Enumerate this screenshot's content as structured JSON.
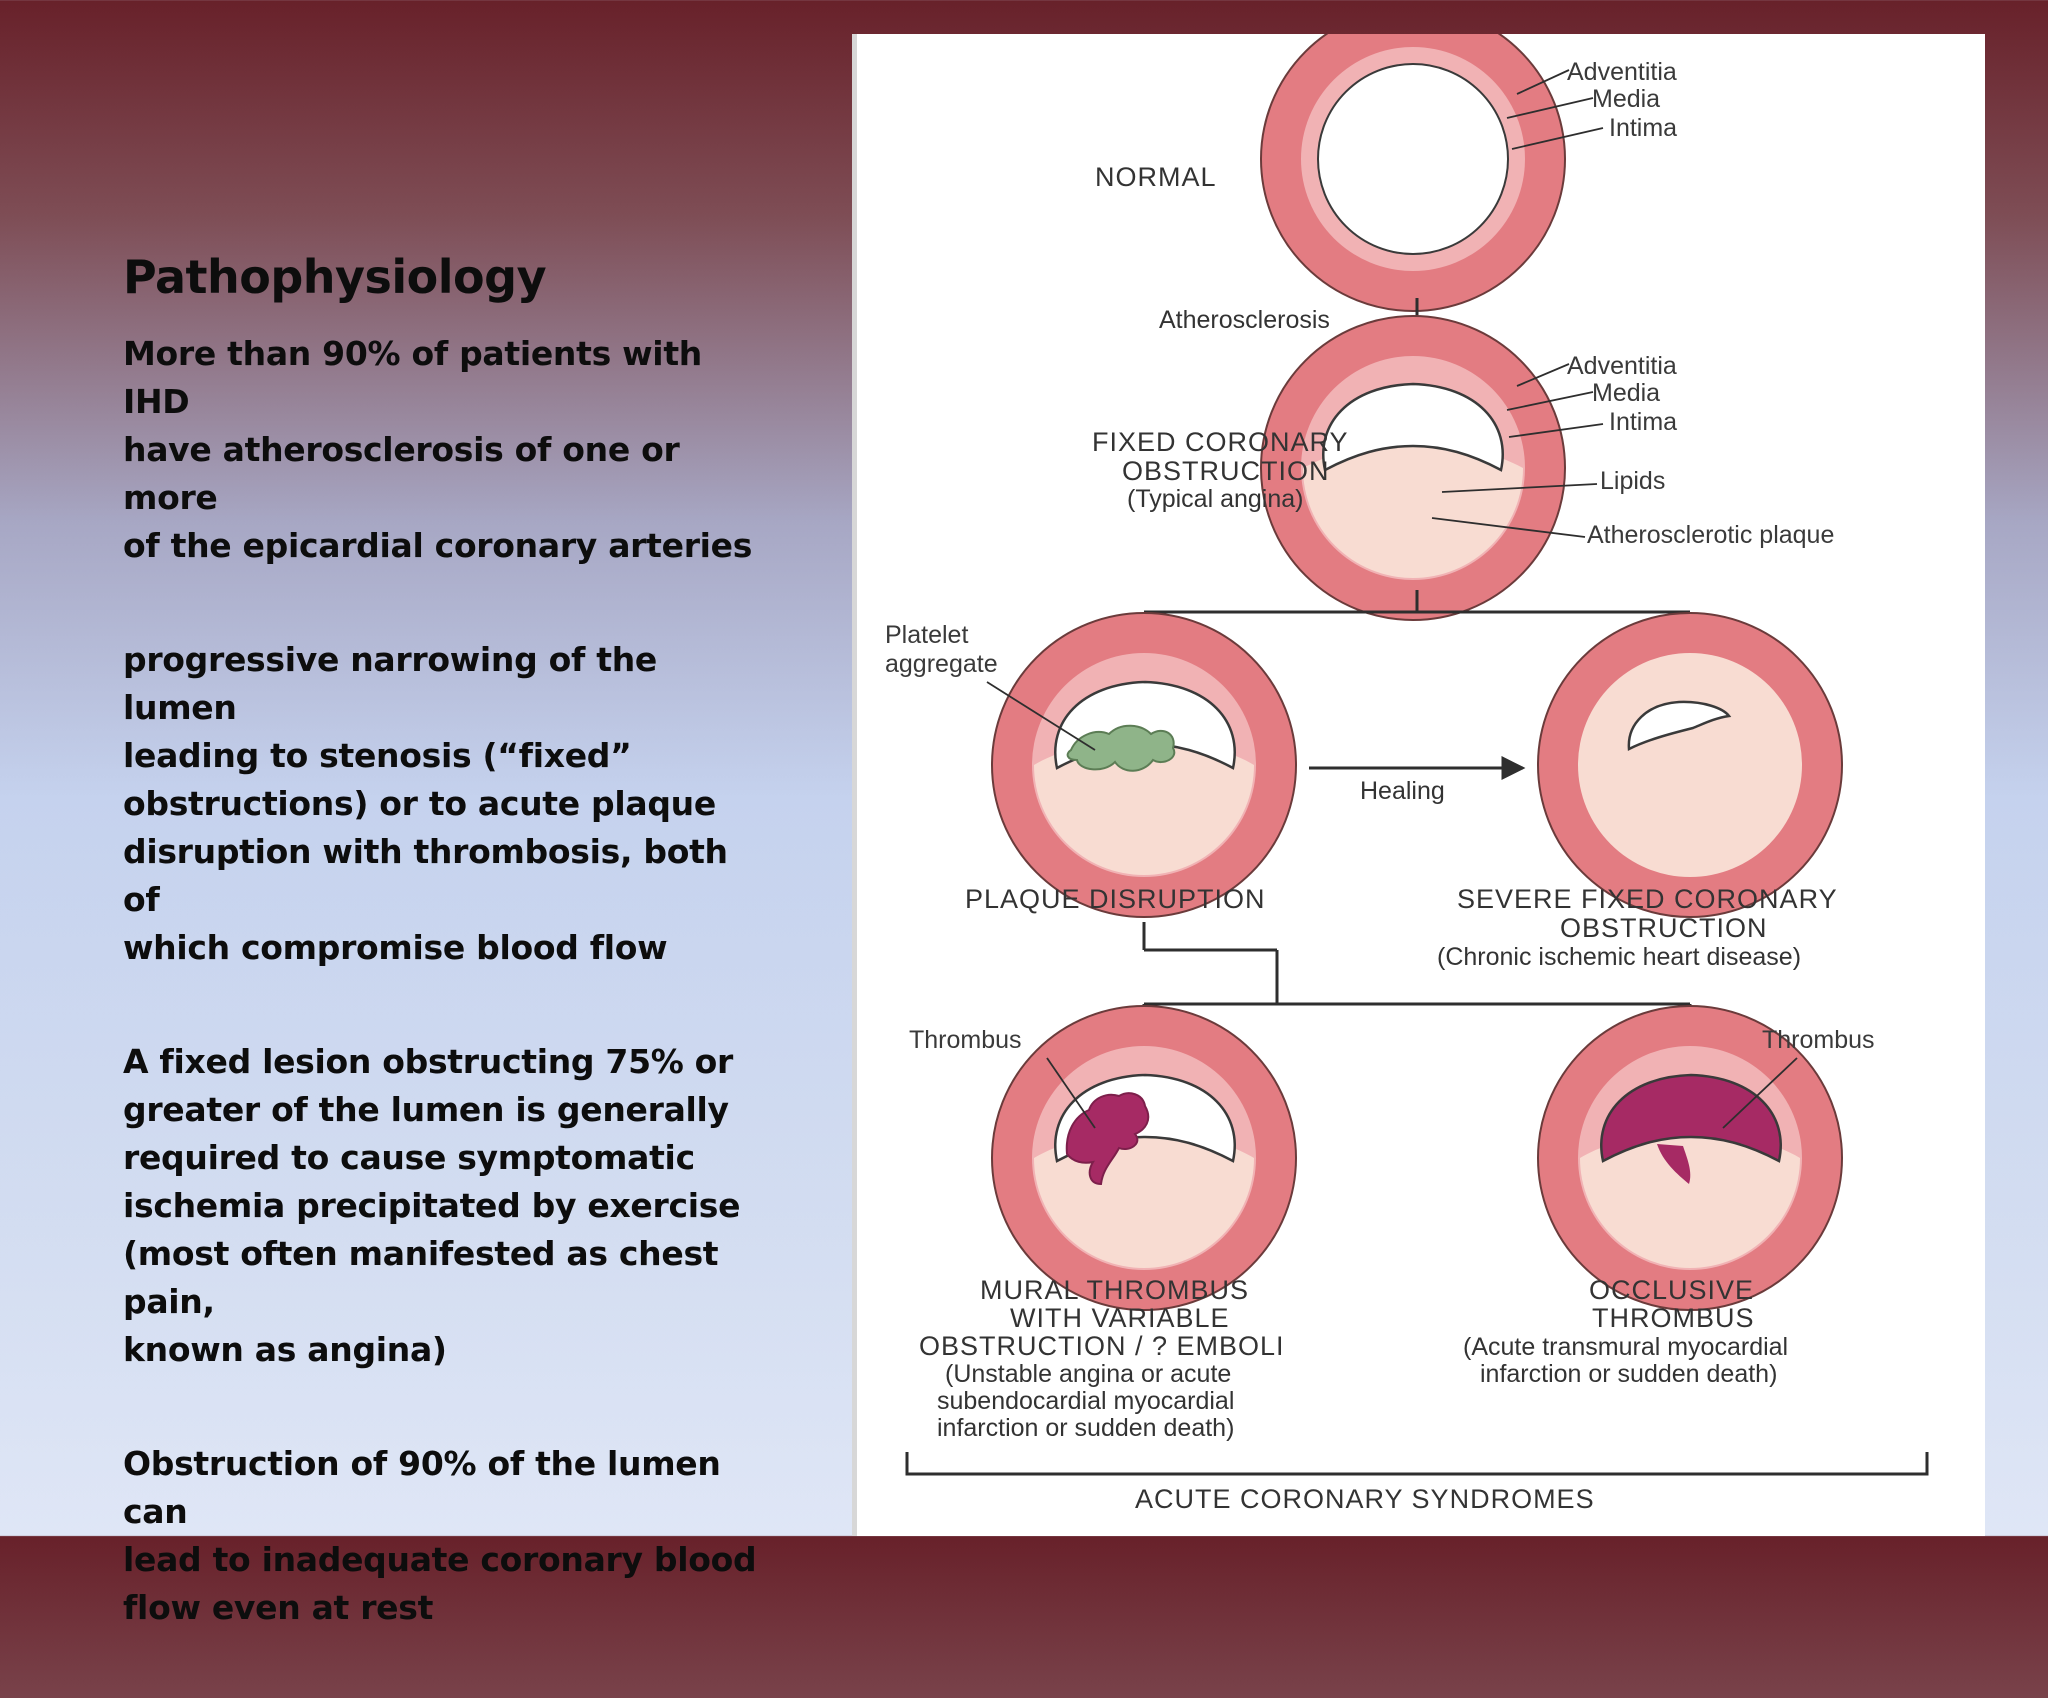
{
  "slide": {
    "title": "Pathophysiology",
    "paragraphs": [
      [
        "More than 90% of patients with IHD",
        "have atherosclerosis of one or more",
        "of the epicardial coronary arteries"
      ],
      [
        "progressive narrowing of the lumen",
        "leading to stenosis (“fixed”",
        "obstructions) or to acute plaque",
        "disruption with thrombosis, both of",
        "which compromise blood flow"
      ],
      [
        "A fixed lesion obstructing 75% or",
        "greater of the lumen is generally",
        "required to cause symptomatic",
        "ischemia precipitated by exercise",
        "(most often manifested as chest pain,",
        "known as angina)"
      ],
      [
        "Obstruction of 90% of the lumen can",
        "lead to inadequate coronary blood",
        "flow even at rest"
      ]
    ]
  },
  "diagram": {
    "normal": {
      "label": "NORMAL",
      "layers": {
        "adventitia": "Adventitia",
        "media": "Media",
        "intima": "Intima"
      }
    },
    "arrow_atherosclerosis": "Atherosclerosis",
    "fixed": {
      "title_lines": [
        "FIXED CORONARY",
        "OBSTRUCTION"
      ],
      "note": "(Typical angina)",
      "layers": {
        "adventitia": "Adventitia",
        "media": "Media",
        "intima": "Intima"
      },
      "lipids": "Lipids",
      "plaque": "Atherosclerotic plaque"
    },
    "platelet_lines": [
      "Platelet",
      "aggregate"
    ],
    "healing": "Healing",
    "disruption_label": "PLAQUE DISRUPTION",
    "severe": {
      "title_lines": [
        "SEVERE FIXED CORONARY",
        "OBSTRUCTION"
      ],
      "note": "(Chronic ischemic heart disease)"
    },
    "thrombus_left": "Thrombus",
    "thrombus_right": "Thrombus",
    "mural": {
      "title_lines": [
        "MURAL THROMBUS",
        "WITH VARIABLE",
        "OBSTRUCTION / ? EMBOLI"
      ],
      "note_lines": [
        "(Unstable angina or acute",
        "subendocardial myocardial",
        "infarction or sudden death)"
      ]
    },
    "occlusive": {
      "title_lines": [
        "OCCLUSIVE",
        "THROMBUS"
      ],
      "note_lines": [
        "(Acute transmural myocardial",
        "infarction or sudden death)"
      ]
    },
    "syndromes_label": "ACUTE CORONARY SYNDROMES",
    "colors": {
      "vessel_wall": "#e37c82",
      "intima_ring": "#f1b2b4",
      "plaque": "#f8dcd2",
      "platelet": "#8fb489",
      "thrombus": "#a62a64",
      "line": "#2e2e2e"
    }
  }
}
